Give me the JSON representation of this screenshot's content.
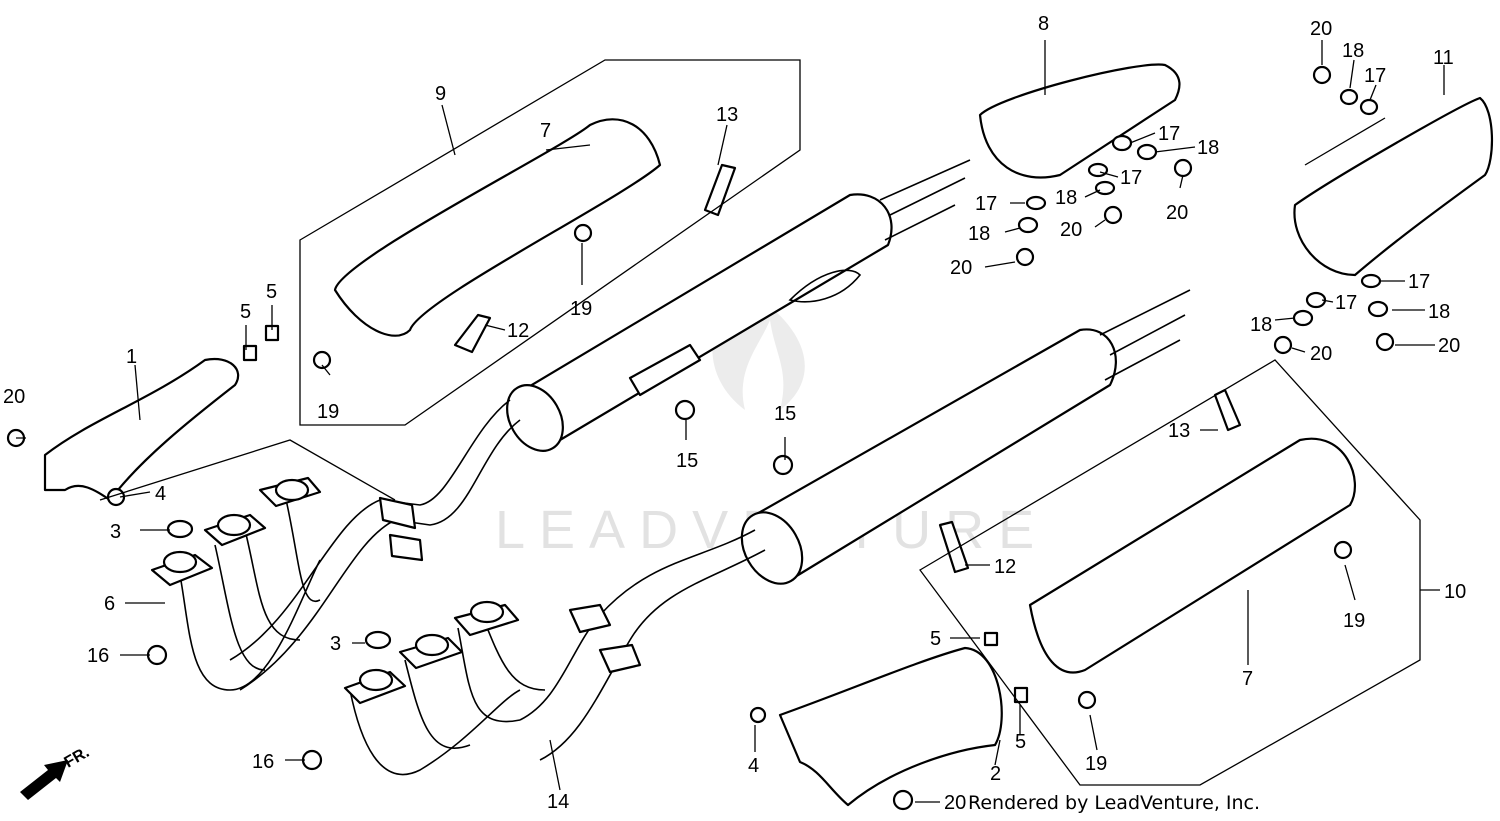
{
  "diagram": {
    "credit": "Rendered by LeadVenture, Inc.",
    "watermark": "LEADVENTURE",
    "direction_label": "FR.",
    "callouts": [
      {
        "id": "c-20-a",
        "text": "20"
      },
      {
        "id": "c-1",
        "text": "1"
      },
      {
        "id": "c-5-a",
        "text": "5"
      },
      {
        "id": "c-5-b",
        "text": "5"
      },
      {
        "id": "c-4-a",
        "text": "4"
      },
      {
        "id": "c-3-a",
        "text": "3"
      },
      {
        "id": "c-6",
        "text": "6"
      },
      {
        "id": "c-16-a",
        "text": "16"
      },
      {
        "id": "c-9",
        "text": "9"
      },
      {
        "id": "c-7-a",
        "text": "7"
      },
      {
        "id": "c-19-a",
        "text": "19"
      },
      {
        "id": "c-19-b",
        "text": "19"
      },
      {
        "id": "c-12-a",
        "text": "12"
      },
      {
        "id": "c-13-a",
        "text": "13"
      },
      {
        "id": "c-15-a",
        "text": "15"
      },
      {
        "id": "c-15-b",
        "text": "15"
      },
      {
        "id": "c-3-b",
        "text": "3"
      },
      {
        "id": "c-16-b",
        "text": "16"
      },
      {
        "id": "c-14",
        "text": "14"
      },
      {
        "id": "c-4-b",
        "text": "4"
      },
      {
        "id": "c-8",
        "text": "8"
      },
      {
        "id": "c-17-a",
        "text": "17"
      },
      {
        "id": "c-18-a",
        "text": "18"
      },
      {
        "id": "c-17-b",
        "text": "17"
      },
      {
        "id": "c-18-b",
        "text": "18"
      },
      {
        "id": "c-20-b",
        "text": "20"
      },
      {
        "id": "c-17-c",
        "text": "17"
      },
      {
        "id": "c-20-c",
        "text": "20"
      },
      {
        "id": "c-18-c",
        "text": "18"
      },
      {
        "id": "c-20-d",
        "text": "20"
      },
      {
        "id": "c-20-e",
        "text": "20"
      },
      {
        "id": "c-18-d",
        "text": "18"
      },
      {
        "id": "c-17-d",
        "text": "17"
      },
      {
        "id": "c-11",
        "text": "11"
      },
      {
        "id": "c-17-e",
        "text": "17"
      },
      {
        "id": "c-17-f",
        "text": "17"
      },
      {
        "id": "c-18-e",
        "text": "18"
      },
      {
        "id": "c-18-f",
        "text": "18"
      },
      {
        "id": "c-20-f",
        "text": "20"
      },
      {
        "id": "c-20-g",
        "text": "20"
      },
      {
        "id": "c-13-b",
        "text": "13"
      },
      {
        "id": "c-12-b",
        "text": "12"
      },
      {
        "id": "c-19-c",
        "text": "19"
      },
      {
        "id": "c-10",
        "text": "10"
      },
      {
        "id": "c-7-b",
        "text": "7"
      },
      {
        "id": "c-5-c",
        "text": "5"
      },
      {
        "id": "c-5-d",
        "text": "5"
      },
      {
        "id": "c-2",
        "text": "2"
      },
      {
        "id": "c-19-d",
        "text": "19"
      },
      {
        "id": "c-20-h",
        "text": "20"
      }
    ]
  }
}
